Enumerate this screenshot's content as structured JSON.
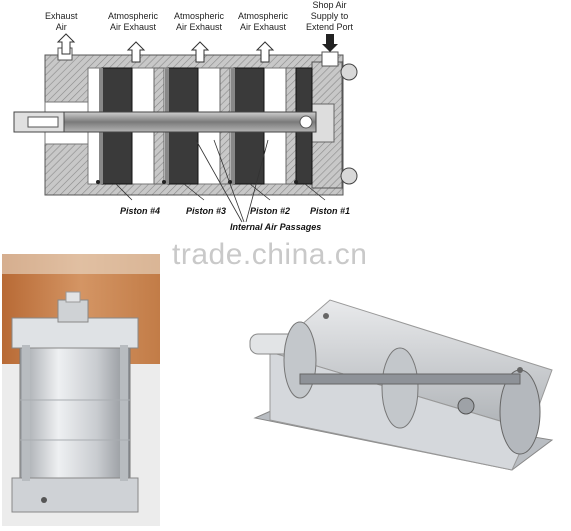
{
  "diagram": {
    "labels": {
      "exhaust_air": [
        "Exhaust",
        "Air"
      ],
      "atmos_exhaust_1": [
        "Atmospheric",
        "Air Exhaust"
      ],
      "atmos_exhaust_2": [
        "Atmospheric",
        "Air Exhaust"
      ],
      "atmos_exhaust_3": [
        "Atmospheric",
        "Air Exhaust"
      ],
      "shop_air": [
        "Shop Air",
        "Supply to",
        "Extend Port"
      ]
    },
    "pistons": [
      "Piston #4",
      "Piston #3",
      "Piston #2",
      "Piston #1"
    ],
    "internal_passages": "Internal Air Passages"
  },
  "watermark": "trade.china.cn",
  "colors": {
    "housing": "#bdbdbd",
    "seal": "#3a3a3a",
    "rod": "#9a9a9a",
    "photo_bg": "#d8a070",
    "metal": "#d7d9dc"
  }
}
